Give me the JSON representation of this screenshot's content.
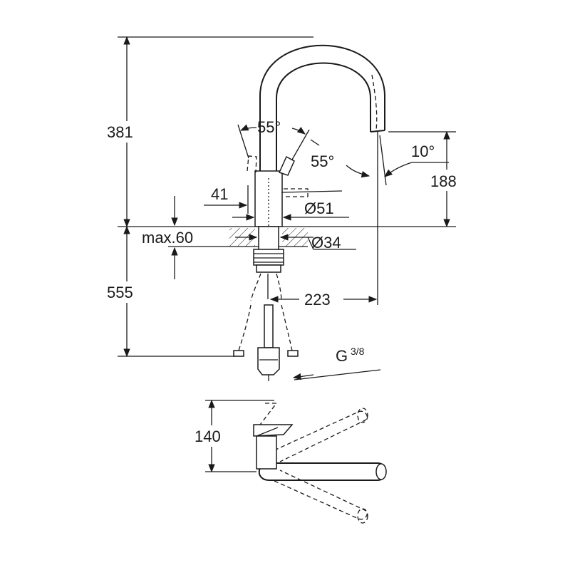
{
  "dimensions": {
    "total_height": "381",
    "spout_height": "188",
    "lever_angle_top": "55°",
    "lever_angle_side": "55°",
    "spray_angle": "10°",
    "lever_offset": "41",
    "body_diameter": "Ø51",
    "max_thickness": "max.60",
    "hole_diameter": "Ø34",
    "below_depth": "555",
    "spout_reach": "223",
    "connection_thread": "G",
    "connection_thread_fraction": "3/8",
    "plan_depth": "140"
  },
  "colors": {
    "line": "#1a1a1a",
    "background": "#ffffff"
  }
}
